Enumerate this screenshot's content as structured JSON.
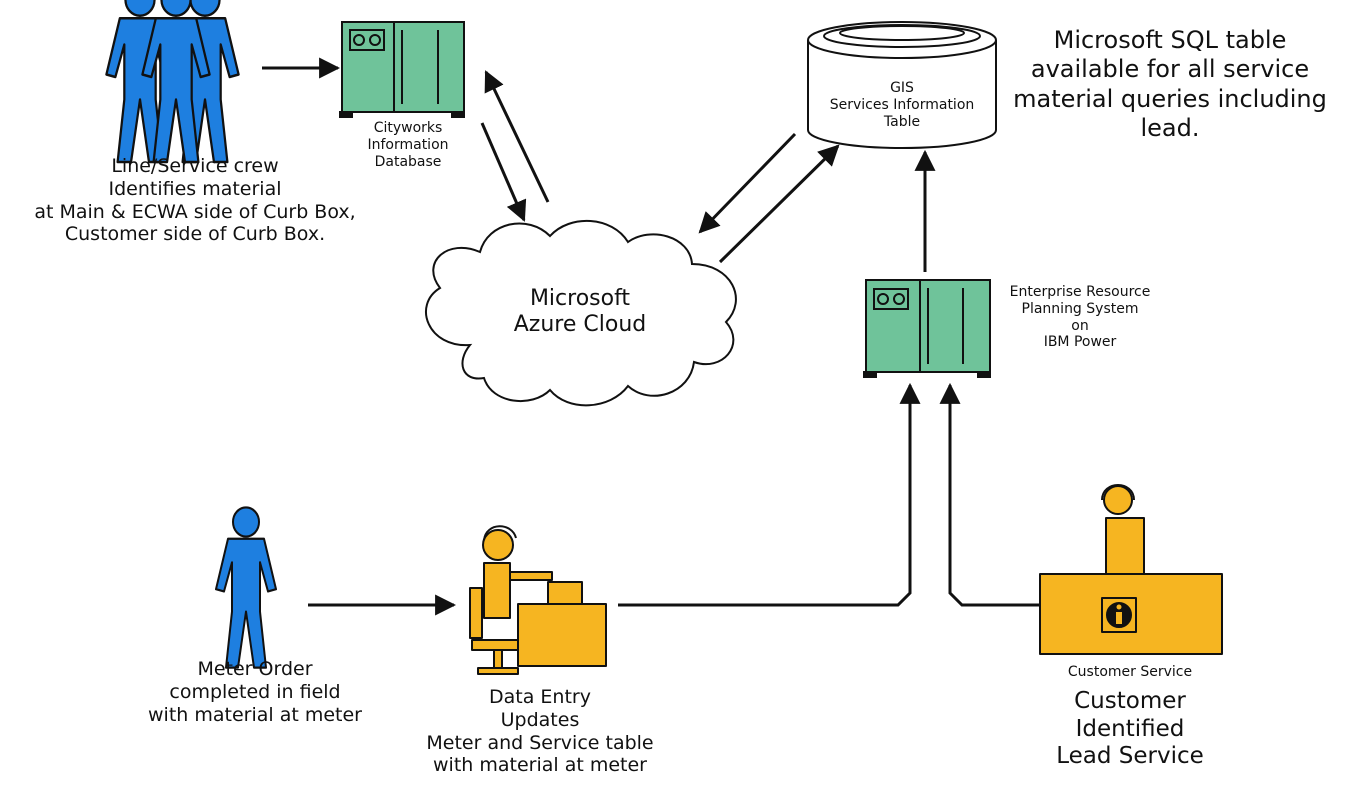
{
  "colors": {
    "person": "#1e7fe0",
    "server": "#6fc39a",
    "desk": "#f6b521",
    "outline": "#111111"
  },
  "nodes": {
    "crew": {
      "icon": "people-group-icon",
      "lines": [
        "Line/Service crew",
        "Identifies material",
        "at Main & ECWA side of Curb Box,",
        "Customer side of Curb Box."
      ]
    },
    "cityworks": {
      "icon": "server-rack-icon",
      "lines": [
        "Cityworks",
        "Information",
        "Database"
      ]
    },
    "gis": {
      "icon": "database-cylinder-icon",
      "lines": [
        "GIS",
        "Services Information",
        "Table"
      ]
    },
    "sql_note": {
      "lines": [
        "Microsoft SQL table",
        "available for all service",
        "material queries including",
        "lead."
      ]
    },
    "cloud": {
      "icon": "cloud-icon",
      "lines": [
        "Microsoft",
        "Azure Cloud"
      ]
    },
    "erp": {
      "icon": "server-rack-icon",
      "lines": [
        "Enterprise Resource",
        "Planning System",
        "on",
        "IBM Power"
      ]
    },
    "meter": {
      "icon": "person-icon",
      "lines": [
        "Meter Order",
        "completed in field",
        "with material at meter"
      ]
    },
    "data_entry": {
      "icon": "desk-operator-icon",
      "lines": [
        "Data Entry",
        "Updates",
        "Meter and Service table",
        "with material at meter"
      ]
    },
    "customer_service": {
      "icon": "info-desk-icon",
      "caption": "Customer Service",
      "lines": [
        "Customer",
        "Identified",
        "Lead Service"
      ]
    }
  }
}
